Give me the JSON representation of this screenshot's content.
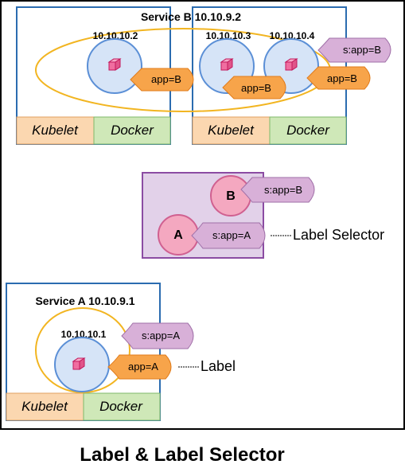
{
  "caption": "Label & Label Selector",
  "colors": {
    "frame": "#000000",
    "node_border": "#2b6cb0",
    "pod_fill": "#d6e4f7",
    "pod_border": "#5b8fd6",
    "service_ellipse": "#f2b521",
    "kubelet_fill": "#fbd7b0",
    "docker_fill": "#cfe8b8",
    "label_tag": "#f7a44a",
    "selector_tag": "#d8b0d8",
    "selector_box": "#e2d1e9",
    "selector_box_border": "#8b4ca3",
    "circle_pink": "#f4a8c0",
    "cube": "#f06ea0"
  },
  "top": {
    "service_title": "Service B 10.10.9.2",
    "pods": [
      {
        "ip": "10.10.10.2",
        "label": "app=B",
        "icon": "pod-cube-icon"
      },
      {
        "ip": "10.10.10.3",
        "label": "app=B",
        "icon": "pod-cube-icon"
      },
      {
        "ip": "10.10.10.4",
        "label": "app=B",
        "icon": "pod-cube-icon"
      }
    ],
    "selector": "s:app=B",
    "nodes": [
      {
        "kubelet": "Kubelet",
        "docker": "Docker"
      },
      {
        "kubelet": "Kubelet",
        "docker": "Docker"
      }
    ]
  },
  "middle": {
    "circle_b": "B",
    "circle_a": "A",
    "selector_b": "s:app=B",
    "selector_a": "s:app=A",
    "annotation": "Label Selector"
  },
  "bottom": {
    "service_title": "Service A 10.10.9.1",
    "pod_ip": "10.10.10.1",
    "label": "app=A",
    "selector": "s:app=A",
    "annotation": "Label",
    "node": {
      "kubelet": "Kubelet",
      "docker": "Docker"
    }
  }
}
